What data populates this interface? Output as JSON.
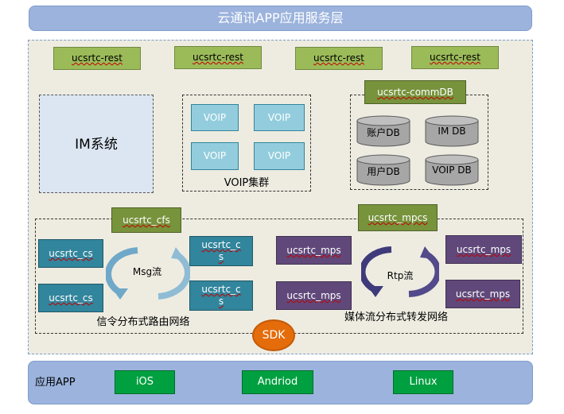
{
  "title": "云通讯APP应用服务层",
  "rest_nodes": [
    "ucsrtc-rest",
    "ucsrtc-rest",
    "ucsrtc-rest",
    "ucsrtc-rest"
  ],
  "im": "IM系统",
  "voip": {
    "boxes": [
      "VOIP",
      "VOIP",
      "VOIP",
      "VOIP"
    ],
    "label": "VOIP集群"
  },
  "commdb": {
    "label": "ucsrtc-commDB",
    "dbs": [
      "账户DB",
      "IM DB",
      "用户DB",
      "VOIP DB"
    ]
  },
  "cfs": "ucsrtc_cfs",
  "mpcs": "ucsrtc_mpcs",
  "signal": {
    "cs_left": [
      "ucsrtc_cs",
      "ucsrtc_cs"
    ],
    "cs_right_line1": "ucsrtc_c",
    "cs_right_line2": "s",
    "flow": "Msg流",
    "label": "信令分布式路由网络"
  },
  "media": {
    "mps": [
      "ucsrtc_mps",
      "ucsrtc_mps",
      "ucsrtc_mps",
      "ucsrtc_mps"
    ],
    "flow": "Rtp流",
    "label": "媒体流分布式转发网络"
  },
  "sdk": "SDK",
  "app": {
    "label": "应用APP",
    "platforms": [
      "iOS",
      "Andriod",
      "Linux"
    ]
  },
  "colors": {
    "title_bar": "#9bb3dd",
    "panel": "#eeece1",
    "rest": "#9bbb59",
    "voip": "#93cddd",
    "cs": "#31859c",
    "mps": "#60497a",
    "sdk": "#e46c0a",
    "platform": "#00a040"
  }
}
